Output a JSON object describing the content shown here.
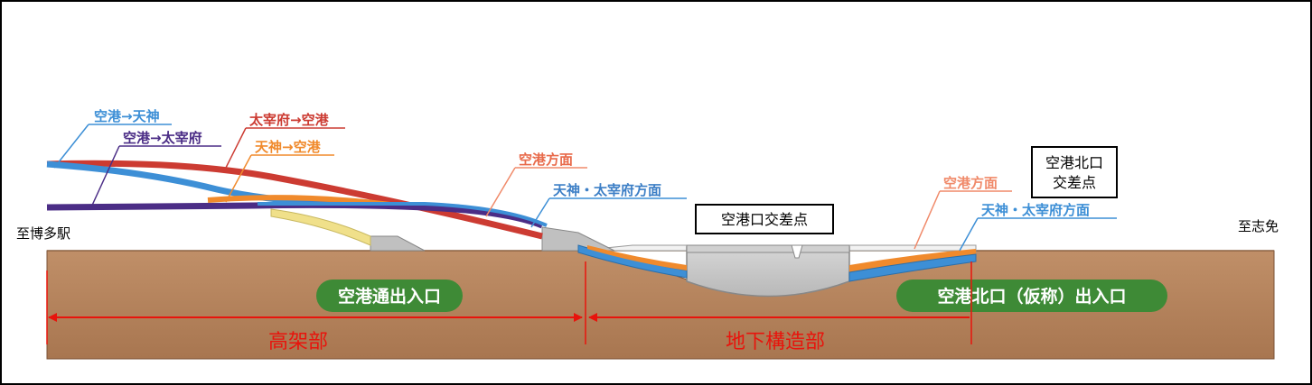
{
  "stations": {
    "left": "至博多駅",
    "right": "至志免"
  },
  "routes": {
    "airport_to_tenjin": "空港→天神",
    "airport_to_dazaifu": "空港→太宰府",
    "dazaifu_to_airport": "太宰府→空港",
    "tenjin_to_airport": "天神→空港"
  },
  "ramp_labels": {
    "left_airport_dir": "空港方面",
    "left_tenjin_dazaifu_dir": "天神・太宰府方面",
    "right_airport_dir": "空港方面",
    "right_tenjin_dazaifu_dir": "天神・太宰府方面"
  },
  "intersections": {
    "airport_entrance": "空港口交差点",
    "airport_north_line1": "空港北口",
    "airport_north_line2": "交差点"
  },
  "badges": {
    "airport_street": "空港通出入口",
    "airport_north": "空港北口（仮称）出入口"
  },
  "sections": {
    "elevated": "高架部",
    "underground": "地下構造部"
  },
  "colors": {
    "blue_route": "#3d8fd6",
    "purple_route": "#4b2d86",
    "red_route": "#cc3b32",
    "orange_route": "#f08a2c",
    "ground": "#b07f58",
    "badge": "#3e8a36",
    "dimension": "#e8140c",
    "structure_gray": "#c8c8c8"
  }
}
